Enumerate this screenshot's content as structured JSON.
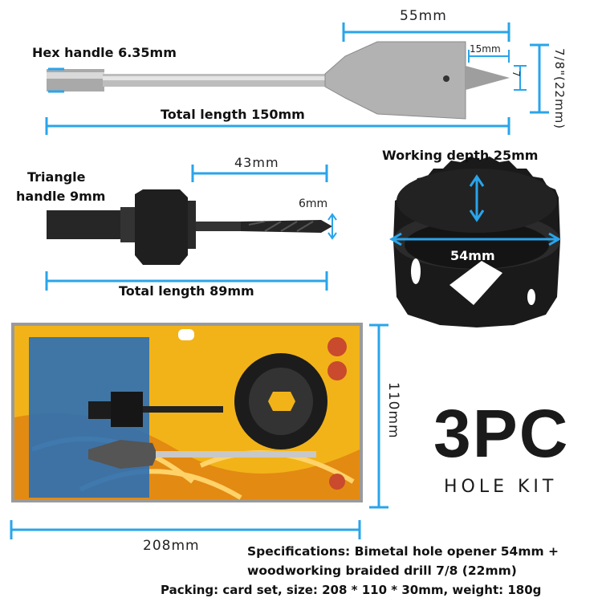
{
  "colors": {
    "dimension_line": "#2aa4ea",
    "steel": "#b8b8b8",
    "dark_steel": "#1e1e1e",
    "package_yellow": "#f2b319",
    "package_orange": "#e38a12",
    "text": "#111111"
  },
  "spade_bit": {
    "width_label": "55mm",
    "tip_label": "15mm",
    "tip_height_label": "7",
    "diameter_label": "7/8\"(22mm)",
    "shank_label": "Hex handle 6.35mm",
    "length_label": "Total length 150mm"
  },
  "arbor": {
    "drill_label": "43mm",
    "drill_diameter_label": "6mm",
    "shank_label_line1": "Triangle",
    "shank_label_line2": "handle 9mm",
    "length_label": "Total length 89mm"
  },
  "hole_saw": {
    "depth_label": "Working depth 25mm",
    "diameter_label": "54mm"
  },
  "package": {
    "height_label": "110mm",
    "width_label": "208mm"
  },
  "title": {
    "big": "3PC",
    "sub": "HOLE KIT"
  },
  "specs": {
    "line1": "Specifications: Bimetal hole opener 54mm +",
    "line2": "woodworking braided drill 7/8 (22mm)",
    "line3": "Packing: card set, size: 208 * 110 * 30mm, weight: 180g"
  }
}
